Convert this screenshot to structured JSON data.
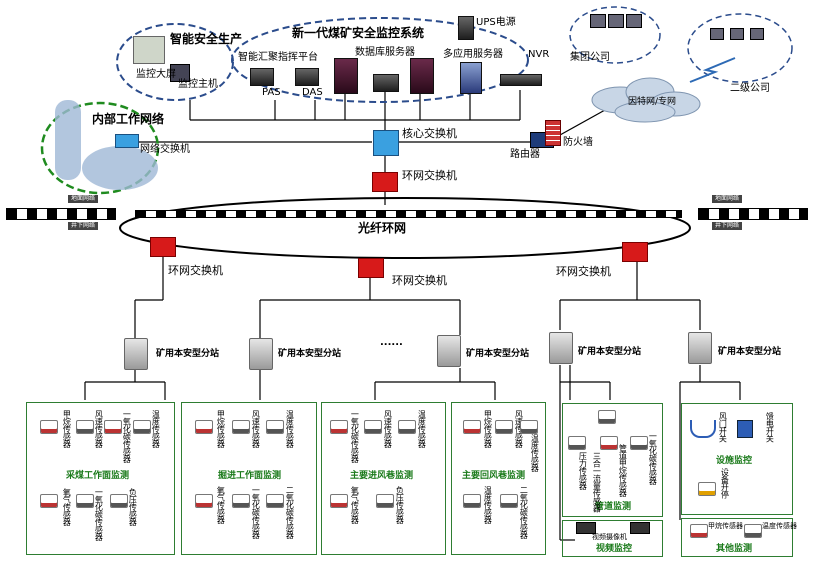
{
  "top": {
    "smart_safety": "智能安全生产",
    "monitor_screen": "监控大屏",
    "monitor_host": "监控主机",
    "new_system": "新一代煤矿安全监控系统",
    "ups": "UPS电源",
    "dispatch_platform": "智能汇聚指挥平台",
    "db_server": "数据库服务器",
    "multi_app_server": "多应用服务器",
    "nvr": "NVR",
    "pas": "PAS",
    "das": "DAS",
    "group_company": "集团公司",
    "internet": "因特网/专网",
    "second_company": "二级公司"
  },
  "network": {
    "internal_net": "内部工作网络",
    "net_switch": "网络交换机",
    "core_switch": "核心交换机",
    "firewall": "防火墙",
    "router": "路由器",
    "ring_switch_top": "环网交换机",
    "ground_tag_left": "地面网络",
    "ground_tag_right": "地面网络",
    "well_tag_left": "井下网络",
    "well_tag_right": "井下网络",
    "fiber_ring": "光纤环网",
    "ring_switch_1": "环网交换机",
    "ring_switch_2": "环网交换机",
    "ring_switch_3": "环网交换机",
    "ellipsis": "......"
  },
  "stations": [
    "矿用本安型分站",
    "矿用本安型分站",
    "矿用本安型分站",
    "矿用本安型分站",
    "矿用本安型分站"
  ],
  "groups": {
    "g1": {
      "title": "采煤工作面监测",
      "sensors": [
        "甲烷传感器",
        "风速传感器",
        "一氧化碳传感器",
        "温度传感器",
        "氧气传感器",
        "一氧化碳传感器",
        "负压传感器"
      ]
    },
    "g2": {
      "title": "掘进工作面监测",
      "sensors": [
        "甲烷传感器",
        "风速传感器",
        "温度传感器",
        "氧气传感器",
        "一氧化碳传感器",
        "二氧化碳传感器"
      ]
    },
    "g3": {
      "title": "主要进风巷监测",
      "sensors": [
        "一氧化碳传感器",
        "风速传感器",
        "温度传感器",
        "氧气传感器",
        "负压传感器"
      ]
    },
    "g4": {
      "title": "主要回风巷监测",
      "sensors": [
        "甲烷传感器",
        "风速传感器",
        "温度传感器",
        "温度传感器",
        "二氧化碳传感器"
      ]
    },
    "g5": {
      "title": "管道监测",
      "sensors": [
        "压力传感器",
        "三合一流量传感器",
        "管道甲烷传感器",
        "一氧化碳传感器"
      ]
    },
    "g6": {
      "title": "设施监控",
      "sensors": [
        "风门开关",
        "馈电开关",
        "设备开停"
      ]
    },
    "g7": {
      "title": "视频监控",
      "sensors": [
        "视频摄像机"
      ]
    },
    "g8": {
      "title": "其他监测",
      "sensors": [
        "甲烷传感器",
        "温度传感器"
      ]
    }
  }
}
